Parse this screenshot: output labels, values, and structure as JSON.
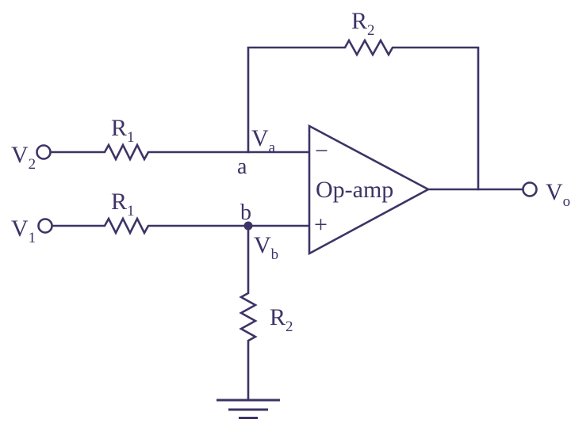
{
  "colors": {
    "ink": "#3e3366",
    "background": "#ffffff"
  },
  "diagram": {
    "type": "op-amp difference amplifier circuit",
    "labels": {
      "v2": {
        "base": "V",
        "sub": "2"
      },
      "v1": {
        "base": "V",
        "sub": "1"
      },
      "r1_top": {
        "base": "R",
        "sub": "1"
      },
      "r1_bottom": {
        "base": "R",
        "sub": "1"
      },
      "r2_feedback": {
        "base": "R",
        "sub": "2"
      },
      "r2_ground": {
        "base": "R",
        "sub": "2"
      },
      "v_a": {
        "base": "V",
        "sub": "a"
      },
      "v_b": {
        "base": "V",
        "sub": "b"
      },
      "v_o": {
        "base": "V",
        "sub": "o"
      },
      "node_a": "a",
      "node_b": "b",
      "opamp": "Op-amp",
      "inverting_sign": "−",
      "noninverting_sign": "+"
    }
  }
}
